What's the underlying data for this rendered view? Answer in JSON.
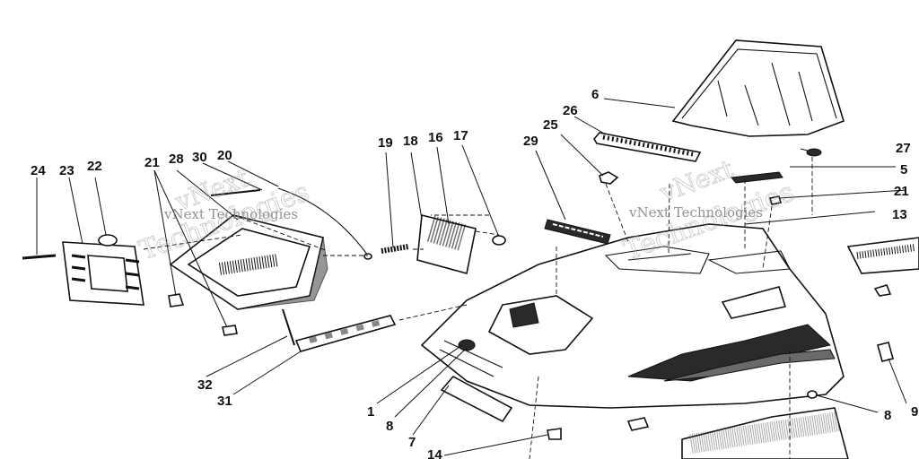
{
  "watermark": {
    "left_small": "vNext Technologies",
    "left_large": "Technologies",
    "right_small": "vNext Technologies",
    "right_large": "Technologies",
    "left_brand": "vNext",
    "right_brand": "vNext"
  },
  "callouts": [
    {
      "id": "c1",
      "label": "1"
    },
    {
      "id": "c5",
      "label": "5"
    },
    {
      "id": "c6",
      "label": "6"
    },
    {
      "id": "c7",
      "label": "7"
    },
    {
      "id": "c8a",
      "label": "8"
    },
    {
      "id": "c8b",
      "label": "8"
    },
    {
      "id": "c9",
      "label": "9"
    },
    {
      "id": "c13",
      "label": "13"
    },
    {
      "id": "c14",
      "label": "14"
    },
    {
      "id": "c16",
      "label": "16"
    },
    {
      "id": "c17",
      "label": "17"
    },
    {
      "id": "c18",
      "label": "18"
    },
    {
      "id": "c19",
      "label": "19"
    },
    {
      "id": "c20",
      "label": "20"
    },
    {
      "id": "c21a",
      "label": "21"
    },
    {
      "id": "c21b",
      "label": "21"
    },
    {
      "id": "c22",
      "label": "22"
    },
    {
      "id": "c23",
      "label": "23"
    },
    {
      "id": "c24",
      "label": "24"
    },
    {
      "id": "c25",
      "label": "25"
    },
    {
      "id": "c26",
      "label": "26"
    },
    {
      "id": "c27",
      "label": "27"
    },
    {
      "id": "c28",
      "label": "28"
    },
    {
      "id": "c29",
      "label": "29"
    },
    {
      "id": "c30",
      "label": "30"
    },
    {
      "id": "c31",
      "label": "31"
    },
    {
      "id": "c32",
      "label": "32"
    }
  ]
}
